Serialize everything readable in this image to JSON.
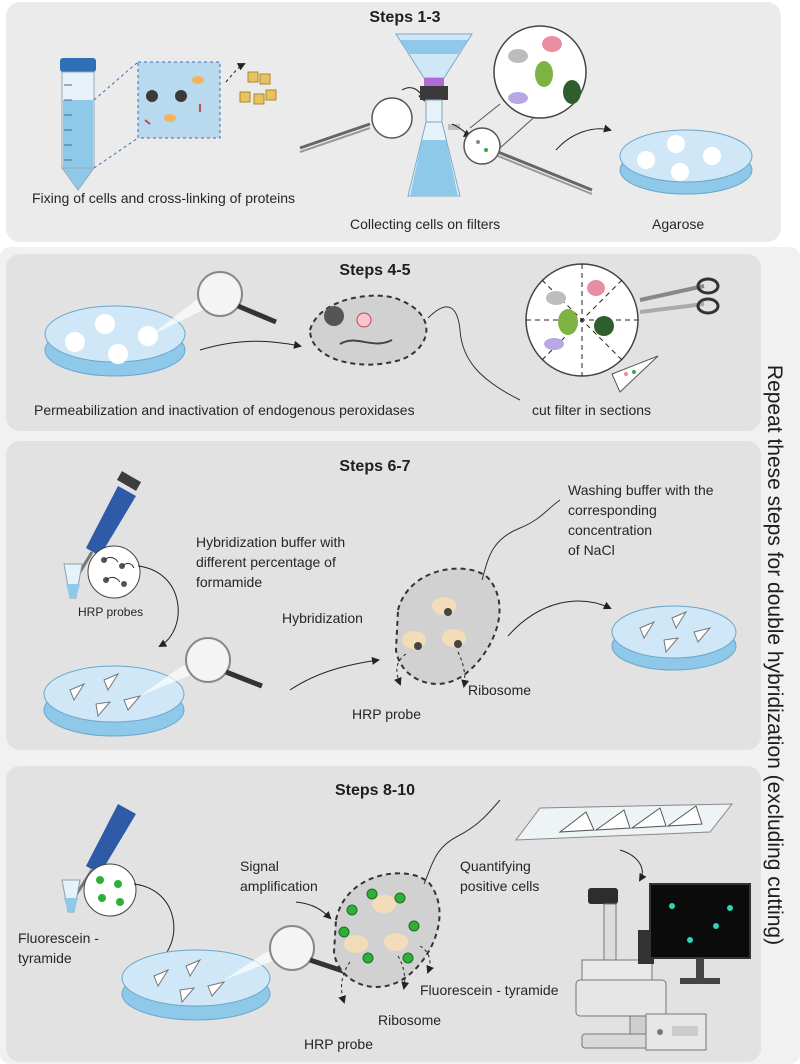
{
  "steps": {
    "s1": {
      "title": "Steps 1-3",
      "fixing": "Fixing of cells and cross-linking of proteins",
      "collecting": "Collecting cells on filters",
      "agarose": "Agarose"
    },
    "s2": {
      "title": "Steps 4-5",
      "permeabilization": "Permeabilization and inactivation of endogenous peroxidases",
      "cut": "cut filter in sections"
    },
    "s3": {
      "title": "Steps 6-7",
      "hyb_buffer_1": "Hybridization buffer with",
      "hyb_buffer_2": "different percentage of",
      "hyb_buffer_3": "formamide",
      "wash_1": "Washing buffer with the",
      "wash_2": "corresponding",
      "wash_3": "concentration",
      "wash_4": "of NaCl",
      "hrp_probes": "HRP probes",
      "hybridization": "Hybridization",
      "ribosome": "Ribosome",
      "hrp_probe": "HRP probe"
    },
    "s4": {
      "title": "Steps 8-10",
      "signal_1": "Signal",
      "signal_2": "amplification",
      "quant_1": "Quantifying",
      "quant_2": "positive cells",
      "fluor_1": "Fluorescein -",
      "fluor_2": "tyramide",
      "fluor_tyr": "Fluorescein - tyramide",
      "ribosome": "Ribosome",
      "hrp_probe": "HRP probe"
    }
  },
  "side_note": "Repeat these steps for double hybridization (excluding cutting)",
  "colors": {
    "panel": "#ebebeb",
    "liquid": "#8ec9ea",
    "tube_cap": "#2f6fb5",
    "pipette": "#2f5aa8",
    "cell": "#cfcfcf",
    "fluor": "#2fae3a",
    "screen": "#0b0b0b"
  }
}
